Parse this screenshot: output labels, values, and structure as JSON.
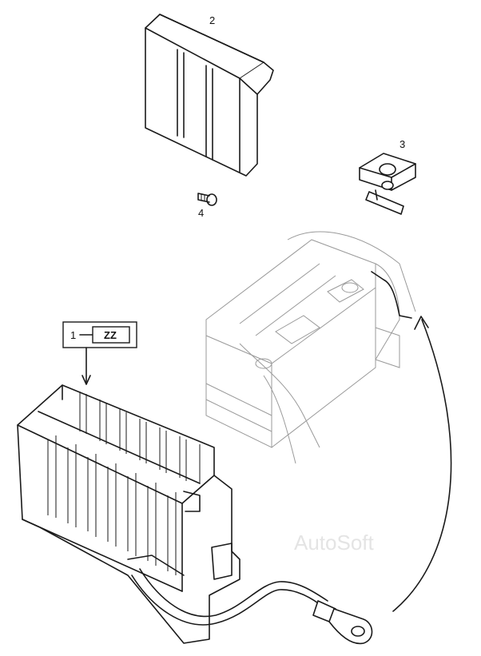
{
  "callouts": {
    "part1": "1",
    "part2": "2",
    "part3": "3",
    "part4": "4"
  },
  "code_box": "ZZ",
  "watermark": "AutoSoft"
}
